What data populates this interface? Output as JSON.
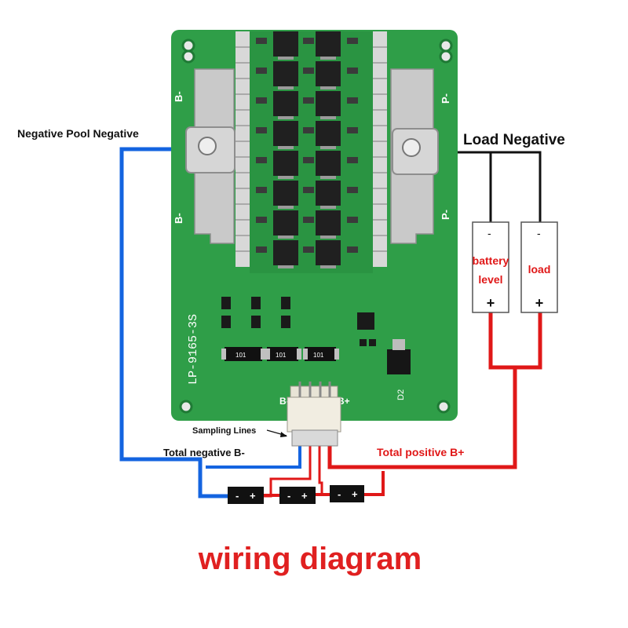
{
  "board": {
    "model": "LP-9165-3S",
    "terminal_left_top": "B-",
    "terminal_left_bottom": "B-",
    "terminal_right_top": "P-",
    "terminal_right_bottom": "P-",
    "connector_left": "B-",
    "connector_right": "B+",
    "diode_label": "D2",
    "resistor_code": "101",
    "colors": {
      "pcb": "#2f9e48",
      "pcb_dark": "#1f7a35",
      "mosfet": "#202020",
      "busbar": "#c9c9c9"
    }
  },
  "labels": {
    "negative_pool": "Negative Pool Negative",
    "load_negative": "Load Negative",
    "sampling_lines": "Sampling Lines",
    "total_negative": "Total negative B-",
    "total_positive": "Total positive B+",
    "title": "wiring diagram"
  },
  "battery_box": {
    "minus": "-",
    "plus": "+",
    "name_line1": "battery",
    "name_line2": "level"
  },
  "load_box": {
    "minus": "-",
    "plus": "+",
    "name": "load"
  },
  "cells": [
    {
      "minus": "-",
      "plus": "+"
    },
    {
      "minus": "-",
      "plus": "+"
    },
    {
      "minus": "-",
      "plus": "+"
    }
  ],
  "wire_colors": {
    "blue": "#1464e0",
    "red": "#e01818",
    "black": "#111111",
    "title_red": "#e02020"
  }
}
